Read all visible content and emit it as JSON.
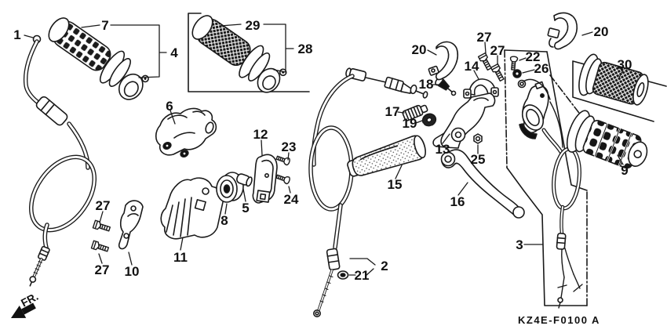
{
  "diagram": {
    "title_code": "KZ4E-F0100 A",
    "fr_marker": "FR.",
    "colors": {
      "background": "#ffffff",
      "line": "#1a1a1a"
    },
    "callouts": {
      "c1": "1",
      "c2": "2",
      "c3": "3",
      "c4": "4",
      "c5": "5",
      "c6": "6",
      "c7": "7",
      "c8": "8",
      "c9": "9",
      "c10": "10",
      "c11": "11",
      "c12": "12",
      "c13": "13",
      "c14": "14",
      "c15": "15",
      "c16": "16",
      "c17": "17",
      "c18": "18",
      "c19": "19",
      "c20l": "20",
      "c20r": "20",
      "c21": "21",
      "c22": "22",
      "c23": "23",
      "c24": "24",
      "c25": "25",
      "c26": "26",
      "c27a": "27",
      "c27b": "27",
      "c27c": "27",
      "c27d": "27",
      "c28": "28",
      "c29": "29",
      "c30": "30"
    }
  }
}
